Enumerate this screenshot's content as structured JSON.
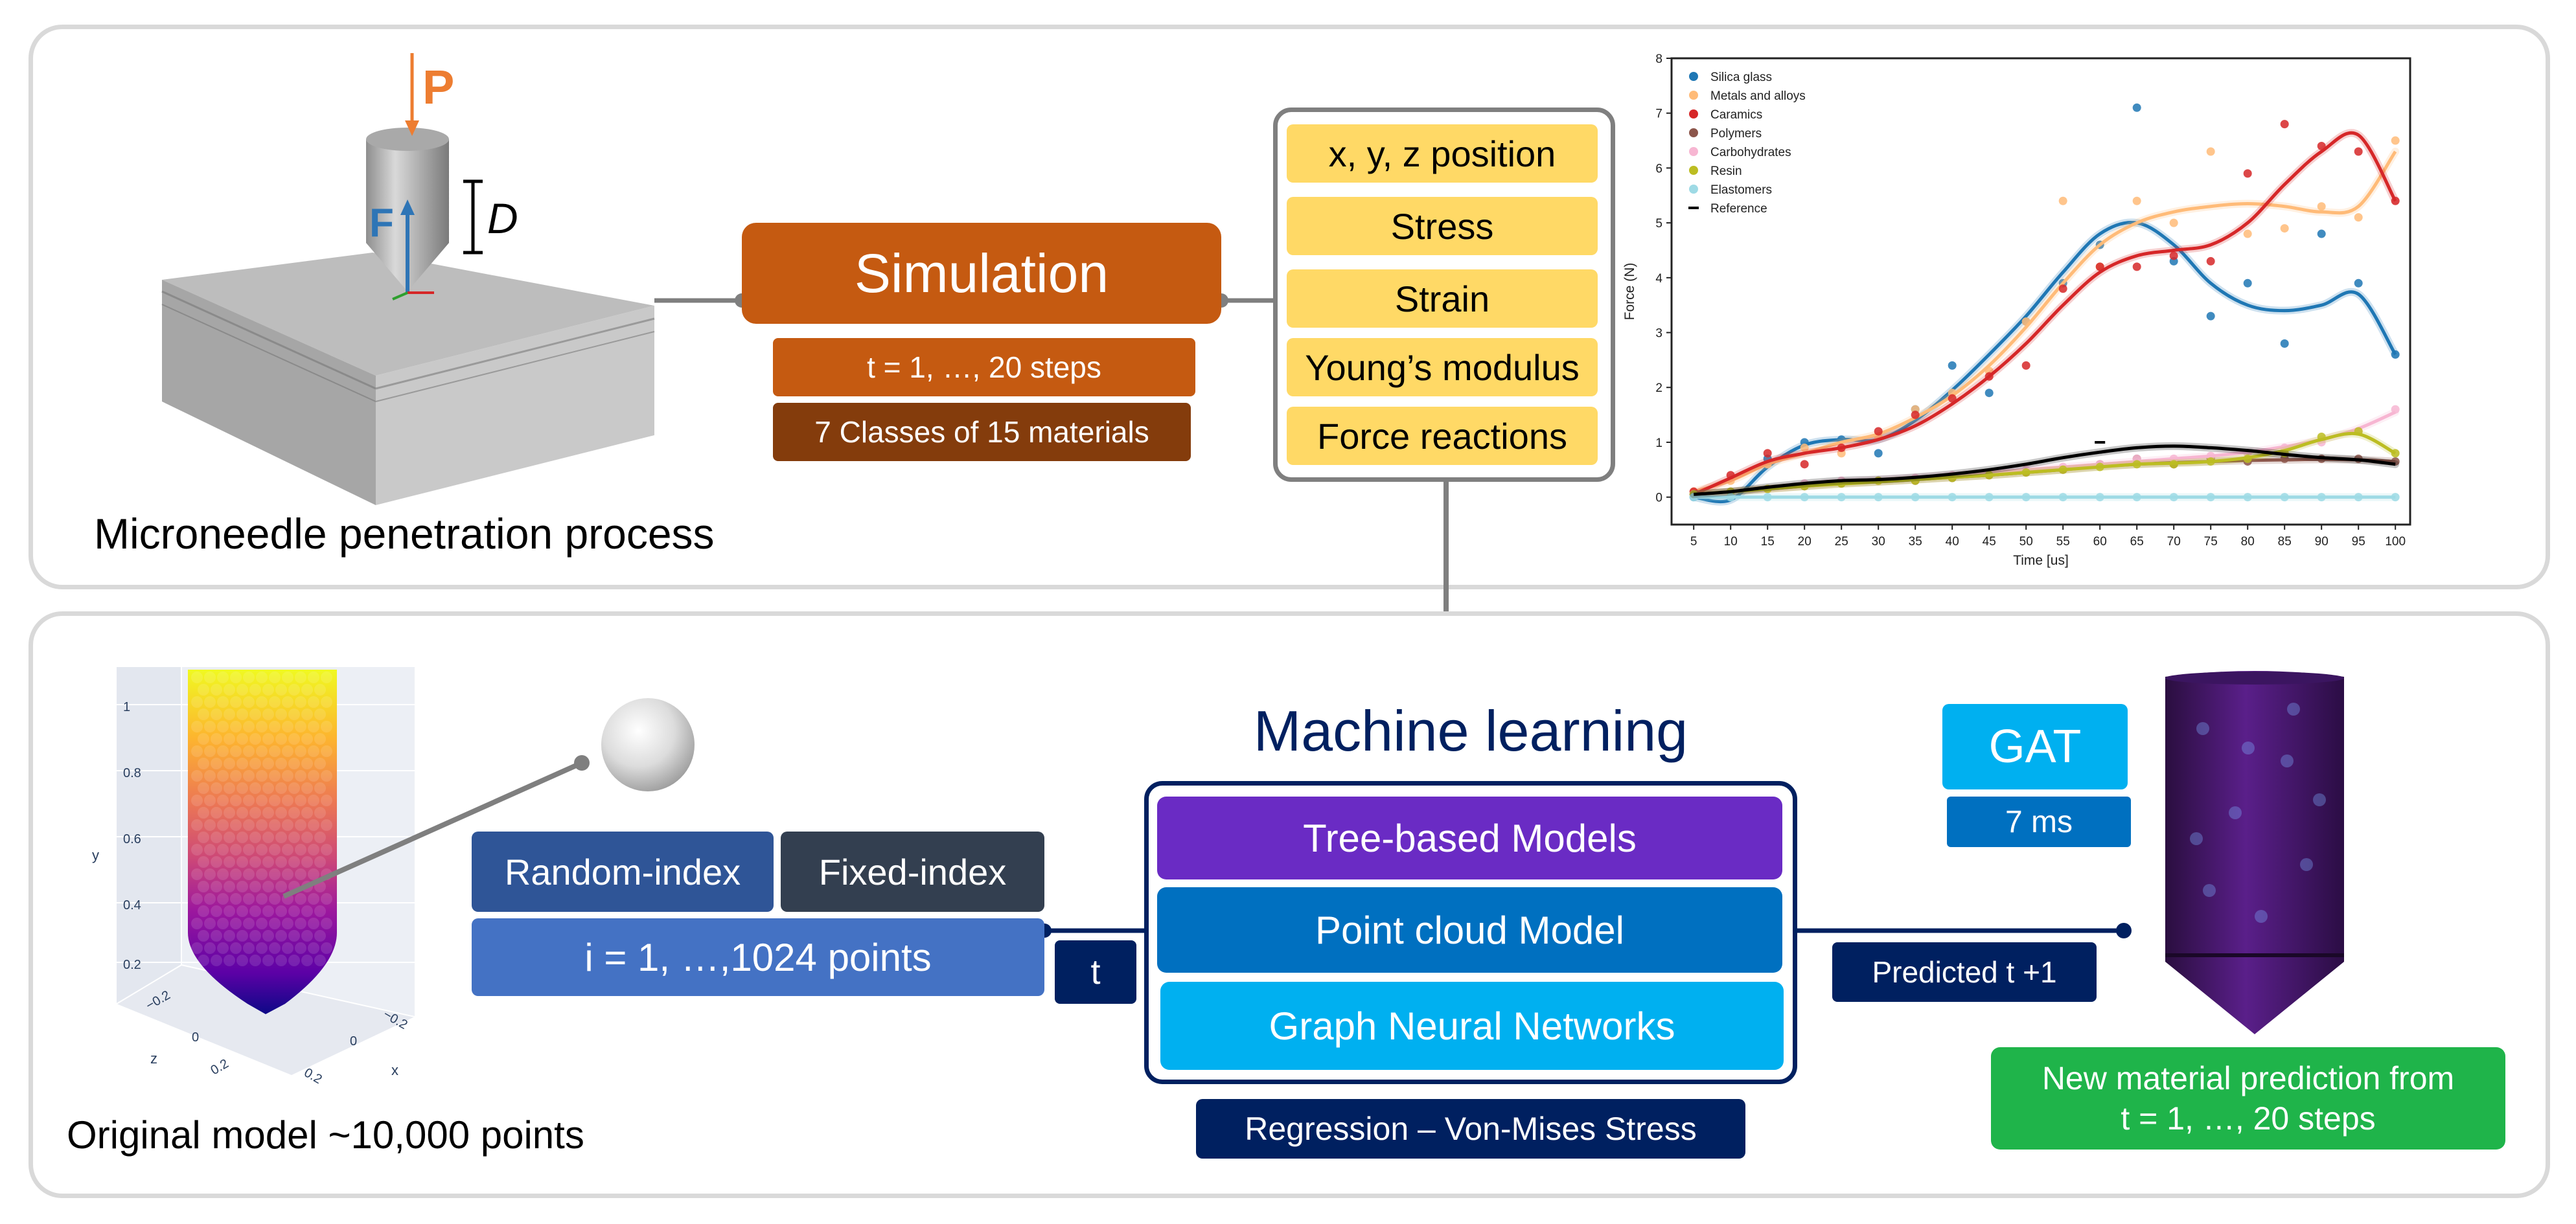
{
  "top": {
    "caption": "Microneedle penetration process",
    "label_p": "P",
    "label_f": "F",
    "label_d": "D",
    "simulation": "Simulation",
    "steps": "t = 1, …, 20 steps",
    "classes": "7 Classes of 15 materials",
    "outputs": [
      "x, y, z position",
      "Stress",
      "Strain",
      "Young’s modulus",
      "Force reactions"
    ]
  },
  "bottom": {
    "caption": "Original model ~10,000 points",
    "random_index": "Random-index",
    "fixed_index": "Fixed-index",
    "points": "i = 1, …,1024 points",
    "t_label": "t",
    "ml_title": "Machine learning",
    "models": [
      "Tree-based Models",
      "Point cloud Model",
      "Graph Neural Networks"
    ],
    "regression": "Regression – Von-Mises Stress",
    "predicted": "Predicted t +1",
    "gat": "GAT",
    "gat_time": "7 ms",
    "new_material_line1": "New material prediction from",
    "new_material_line2": "t = 1, …, 20 steps",
    "cloud_axes": {
      "y_label": "y",
      "z_label": "z",
      "x_label": "x",
      "y_ticks": [
        "1",
        "0.8",
        "0.6",
        "0.4",
        "0.2"
      ],
      "z_ticks": [
        "−0.2",
        "0",
        "0.2"
      ],
      "x_ticks": [
        "−0.2",
        "0",
        "0.2"
      ]
    }
  },
  "colors": {
    "orange": "#c55a11",
    "brown": "#843c0c",
    "yellow": "#ffd966",
    "navy": "#002060",
    "purple": "#6a2bc4",
    "blue": "#0070c0",
    "cyan": "#00b0f0",
    "green": "#1fb44a",
    "slate_blue": "#2f5597",
    "dark_slate": "#333f50",
    "mid_blue": "#4472c4"
  },
  "chart_data": {
    "type": "line",
    "xlabel": "Time [us]",
    "ylabel": "Force (N)",
    "xlim": [
      2,
      102
    ],
    "ylim": [
      -0.5,
      8
    ],
    "x_ticks": [
      5,
      10,
      15,
      20,
      25,
      30,
      35,
      40,
      45,
      50,
      55,
      60,
      65,
      70,
      75,
      80,
      85,
      90,
      95,
      100
    ],
    "y_ticks": [
      0,
      1,
      2,
      3,
      4,
      5,
      6,
      7,
      8
    ],
    "legend_position": "top-left",
    "x": [
      5,
      10,
      15,
      20,
      25,
      30,
      35,
      40,
      45,
      50,
      55,
      60,
      65,
      70,
      75,
      80,
      85,
      90,
      95,
      100
    ],
    "series": [
      {
        "name": "Silica glass",
        "color": "#1f77b4",
        "values": [
          0.0,
          0.0,
          0.7,
          1.0,
          1.05,
          0.8,
          1.6,
          2.4,
          1.9,
          3.2,
          3.9,
          4.6,
          7.1,
          4.3,
          3.3,
          3.9,
          2.8,
          4.8,
          3.9,
          2.6
        ],
        "curve": [
          0.0,
          -0.05,
          0.55,
          0.95,
          1.05,
          1.05,
          1.4,
          1.95,
          2.6,
          3.3,
          4.1,
          4.8,
          5.0,
          4.6,
          3.9,
          3.5,
          3.4,
          3.5,
          3.7,
          2.6
        ]
      },
      {
        "name": "Metals and alloys",
        "color": "#ffbb78",
        "values": [
          0.1,
          0.3,
          0.6,
          0.9,
          0.8,
          1.1,
          1.6,
          1.9,
          2.3,
          3.2,
          5.4,
          4.2,
          5.4,
          5.0,
          6.3,
          4.8,
          4.9,
          5.3,
          5.1,
          6.5
        ],
        "curve": [
          0.1,
          0.3,
          0.6,
          0.8,
          1.0,
          1.15,
          1.45,
          1.85,
          2.4,
          3.1,
          3.9,
          4.6,
          5.0,
          5.2,
          5.3,
          5.35,
          5.3,
          5.2,
          5.3,
          6.3
        ]
      },
      {
        "name": "Caramics",
        "color": "#d62728",
        "values": [
          0.1,
          0.4,
          0.8,
          0.6,
          0.9,
          1.2,
          1.5,
          1.8,
          2.2,
          2.4,
          3.8,
          4.2,
          4.2,
          4.4,
          4.3,
          5.9,
          6.8,
          6.4,
          6.3,
          5.4
        ],
        "curve": [
          0.05,
          0.35,
          0.65,
          0.8,
          0.9,
          1.05,
          1.3,
          1.7,
          2.2,
          2.8,
          3.5,
          4.1,
          4.4,
          4.5,
          4.6,
          5.0,
          5.7,
          6.3,
          6.6,
          5.4
        ]
      },
      {
        "name": "Polymers",
        "color": "#8c564b",
        "values": [
          0.05,
          0.1,
          0.15,
          0.2,
          0.25,
          0.3,
          0.3,
          0.35,
          0.4,
          0.45,
          0.5,
          0.6,
          0.7,
          0.6,
          0.7,
          0.65,
          0.7,
          0.7,
          0.7,
          0.65
        ],
        "curve": [
          0.05,
          0.1,
          0.15,
          0.2,
          0.25,
          0.28,
          0.32,
          0.36,
          0.4,
          0.45,
          0.5,
          0.56,
          0.6,
          0.63,
          0.65,
          0.67,
          0.68,
          0.69,
          0.68,
          0.65
        ]
      },
      {
        "name": "Carbohydrates",
        "color": "#f7b6d2",
        "values": [
          0.05,
          0.1,
          0.15,
          0.25,
          0.3,
          0.3,
          0.35,
          0.4,
          0.45,
          0.5,
          0.55,
          0.6,
          0.7,
          0.7,
          0.75,
          0.8,
          0.9,
          1.0,
          1.2,
          1.6
        ],
        "curve": [
          0.05,
          0.1,
          0.15,
          0.22,
          0.28,
          0.32,
          0.36,
          0.4,
          0.45,
          0.5,
          0.55,
          0.6,
          0.65,
          0.7,
          0.75,
          0.82,
          0.92,
          1.05,
          1.25,
          1.55
        ]
      },
      {
        "name": "Resin",
        "color": "#bcbd22",
        "values": [
          0.05,
          0.1,
          0.15,
          0.2,
          0.25,
          0.3,
          0.3,
          0.35,
          0.4,
          0.45,
          0.5,
          0.55,
          0.6,
          0.6,
          0.65,
          0.7,
          0.8,
          1.1,
          1.2,
          0.8
        ],
        "curve": [
          0.05,
          0.1,
          0.15,
          0.2,
          0.24,
          0.28,
          0.32,
          0.36,
          0.4,
          0.45,
          0.5,
          0.55,
          0.6,
          0.62,
          0.65,
          0.72,
          0.85,
          1.05,
          1.15,
          0.8
        ]
      },
      {
        "name": "Elastomers",
        "color": "#9edae5",
        "values": [
          0.0,
          0.0,
          0.0,
          0.0,
          0.0,
          0.0,
          0.0,
          0.0,
          0.0,
          0.0,
          0.0,
          0.0,
          0.0,
          0.0,
          0.0,
          0.0,
          0.0,
          0.0,
          0.0,
          0.0
        ],
        "curve": [
          0.0,
          0.0,
          0.0,
          0.0,
          0.0,
          0.0,
          0.0,
          0.0,
          0.0,
          0.0,
          0.0,
          0.0,
          0.0,
          0.0,
          0.0,
          0.0,
          0.0,
          0.0,
          0.0,
          0.0
        ]
      },
      {
        "name": "Reference",
        "color": "#000000",
        "values": [
          0.05,
          0.1,
          0.2,
          0.25,
          0.3,
          0.3,
          0.35,
          0.4,
          0.5,
          0.6,
          0.7,
          1.0,
          0.9,
          0.95,
          0.9,
          0.85,
          0.8,
          0.7,
          0.7,
          0.6
        ],
        "curve": [
          0.05,
          0.1,
          0.18,
          0.25,
          0.3,
          0.32,
          0.36,
          0.42,
          0.5,
          0.6,
          0.72,
          0.82,
          0.9,
          0.93,
          0.9,
          0.85,
          0.78,
          0.72,
          0.68,
          0.6
        ]
      }
    ]
  }
}
